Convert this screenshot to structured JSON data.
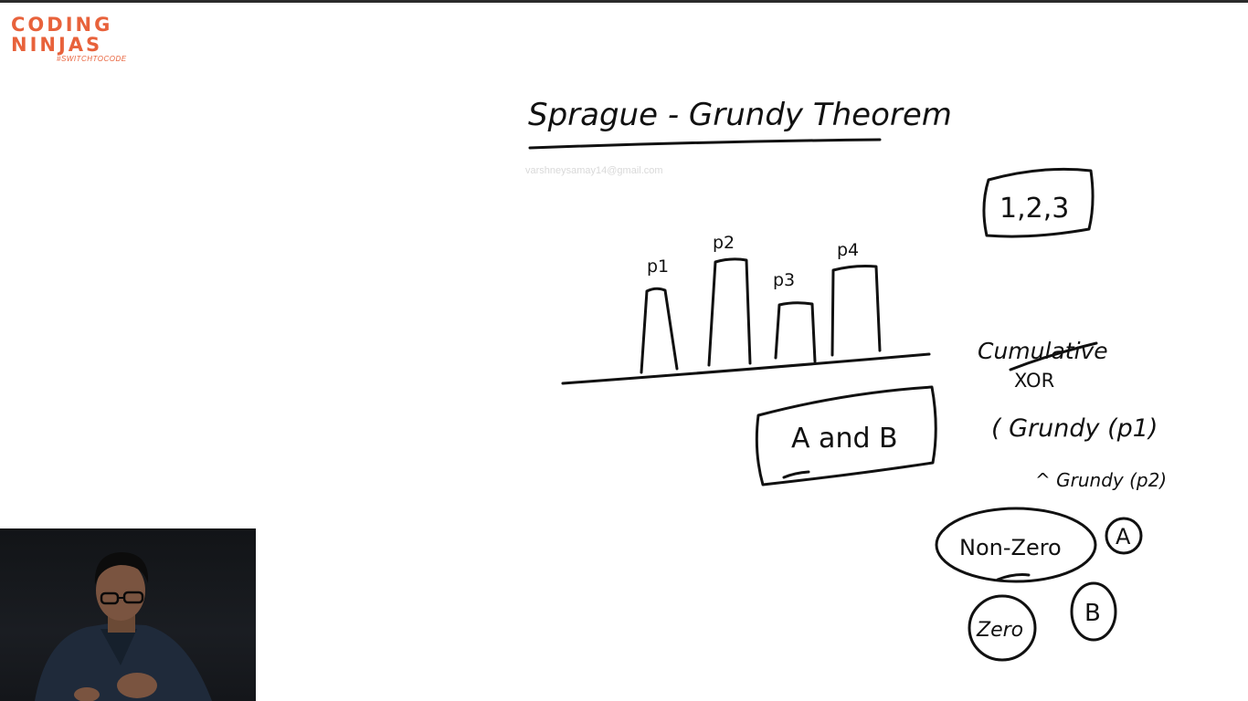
{
  "brand": {
    "logo_line1": "CODING",
    "logo_line2": "NINJAS",
    "tagline": "#SWITCHTOCODE",
    "accent_color": "#e8623b"
  },
  "watermark": "varshneysamay14@gmail.com",
  "board": {
    "title": "Sprague - Grundy Theorem",
    "piles": [
      "p1",
      "p2",
      "p3",
      "p4"
    ],
    "pile_set": "1,2,3",
    "players": "A and B",
    "cumulative": "Cumulative",
    "xor": "XOR",
    "grundy_p1": "( Grundy (p1)",
    "grundy_p2": "^ Grundy (p2)",
    "nonzero": "Non-Zero",
    "player_a": "A",
    "zero": "Zero",
    "player_b": "B"
  }
}
